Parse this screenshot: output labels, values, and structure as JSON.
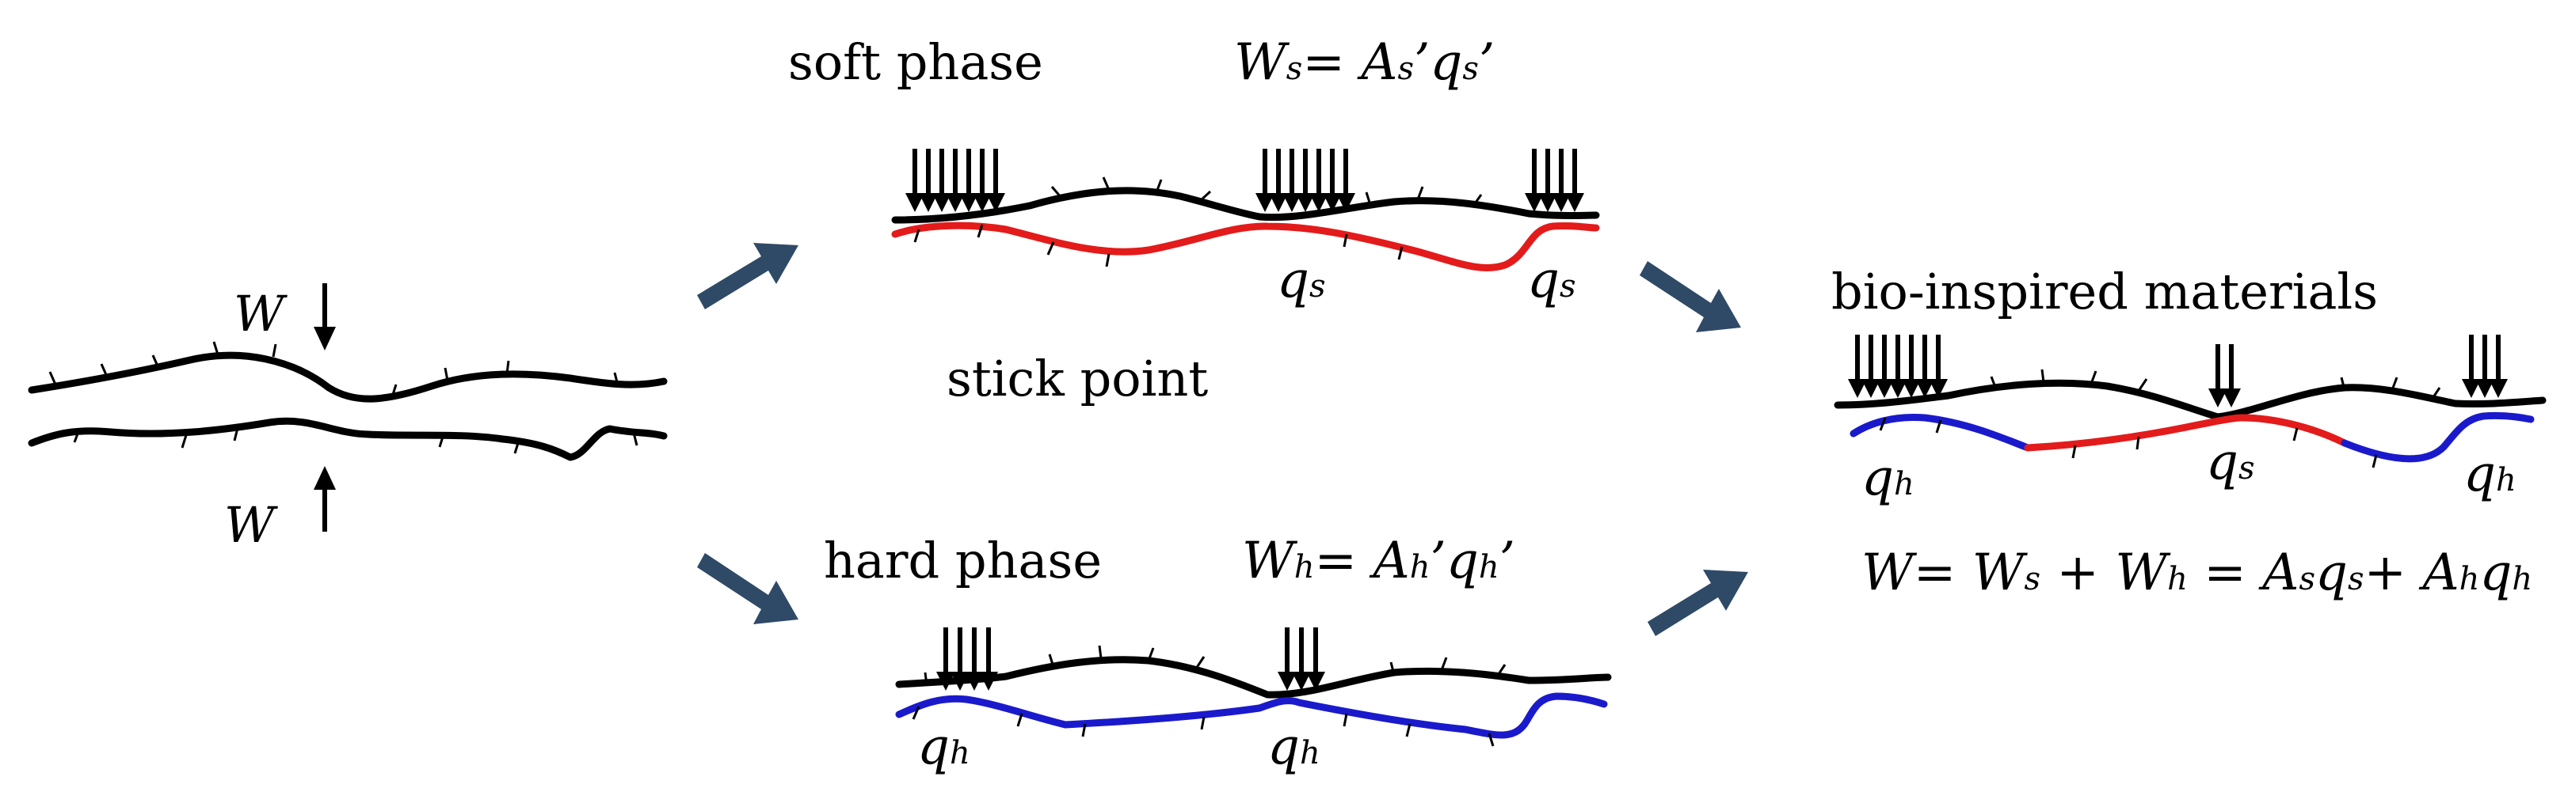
{
  "labels": {
    "load": "W",
    "soft_phase": "soft phase",
    "stick_point": "stick point",
    "hard_phase": "hard phase",
    "bio": "bio-inspired materials"
  },
  "equations": {
    "soft": {
      "W": "W",
      "s": "s",
      "eq": "= ",
      "A": "A",
      "s2": "s",
      "q": "q",
      "s3": "s"
    },
    "hard": {
      "W": "W",
      "h": "h",
      "eq": "= ",
      "A": "A",
      "h2": "h",
      "q": "q",
      "h3": "h"
    },
    "total": {
      "W": "W",
      "eq1": "= ",
      "Ws": "W",
      "s": "s",
      "plus": " + ",
      "Wh": "W",
      "h": "h",
      "eq2": " = ",
      "As": "A",
      "s2": "s",
      "qs": "q",
      "s3": "s",
      "plus2": "+ ",
      "Ah": "A",
      "h2": "h",
      "qh": "q",
      "h3": "h"
    }
  },
  "symbols": {
    "q": "q",
    "s": "s",
    "h": "h",
    "prime": "’"
  },
  "colors": {
    "soft": "#e31b1b",
    "hard": "#1a1acc",
    "surface": "#000000",
    "process_arrow": "#2f4a66"
  }
}
